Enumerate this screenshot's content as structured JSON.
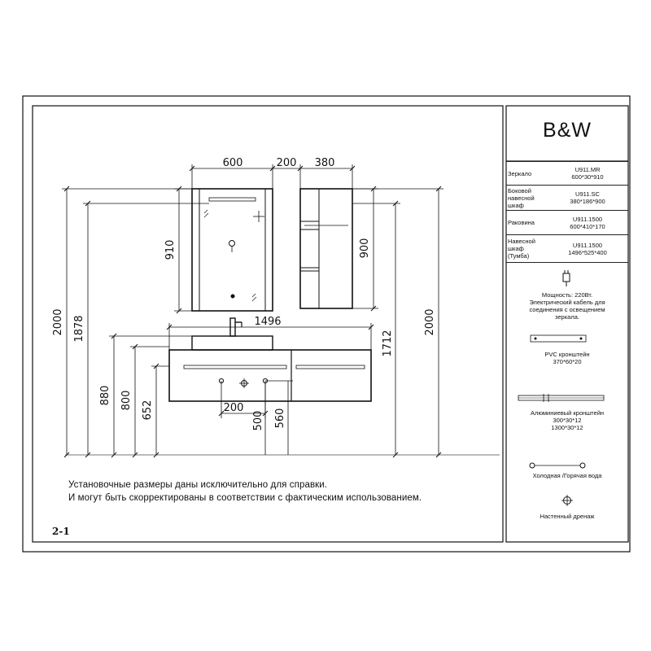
{
  "brand": "B&W",
  "page_number": "2-1",
  "notes": [
    "Установочные размеры даны исключительно для справки.",
    "И могут быть скорректированы в соответствии с фактическим использованием."
  ],
  "dimensions": {
    "mirror_width": "600",
    "gap": "200",
    "cabinet_width": "380",
    "mirror_height": "910",
    "cabinet_height": "900",
    "vanity_width": "1496",
    "h_2000_left": "2000",
    "h_1878": "1878",
    "h_880": "880",
    "h_800": "800",
    "h_652": "652",
    "pipe_spacing": "200",
    "h_500": "500",
    "h_560": "560",
    "h_1712": "1712",
    "h_2000_right": "2000"
  },
  "spec_table": [
    {
      "label": "Зеркало",
      "value": "U911.MR\n600*30*910"
    },
    {
      "label": "Боковой\nнавесной\nшкаф",
      "value": "U911.SC\n380*186*900"
    },
    {
      "label": "Раковина",
      "value": "U911.1500\n600*410*170"
    },
    {
      "label": "Навесной\nшкаф\n(Тумба)",
      "value": "U911.1500\n1496*525*400"
    }
  ],
  "legend": {
    "power": "Мощность: 220Вт.\nЭлектрический кабель для\nсоединения с освещением\nзеркала.",
    "pvc_bracket": "PVC кронштейн\n370*60*20",
    "alu_bracket": "Алюминиевый кронштейн\n300*30*12\n1300*30*12",
    "water": "Холодная /Горячая вода",
    "drain": "Настенный дренаж"
  }
}
